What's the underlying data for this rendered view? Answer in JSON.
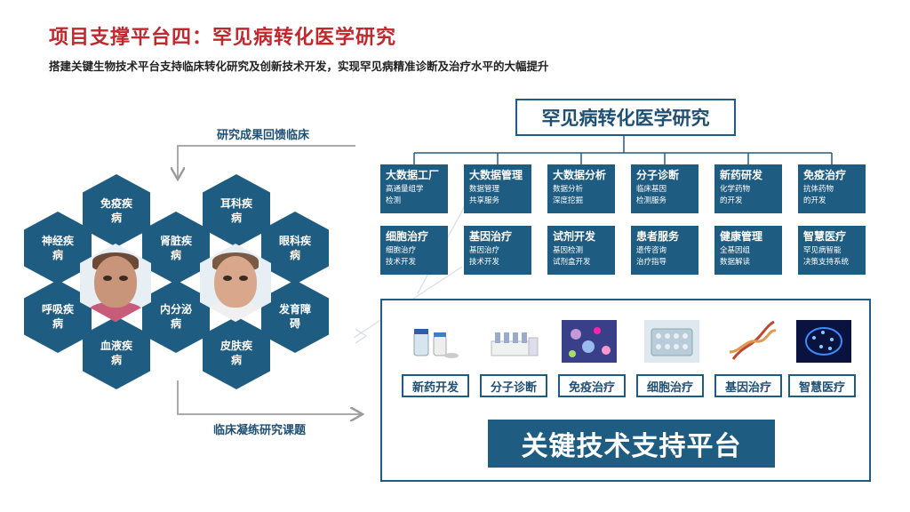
{
  "header": {
    "title": "项目支撑平台四：罕见病转化医学研究",
    "subtitle": "搭建关键生物技术平台支持临床转化研究及创新技术开发，实现罕见病精准诊断及治疗水平的大幅提升"
  },
  "flow": {
    "top_label": "研究成果回馈临床",
    "bottom_label": "临床凝练研究课题"
  },
  "diseases": [
    "免疫疾病",
    "耳科疾病",
    "神经疾病",
    "肾脏疾病",
    "眼科疾病",
    "呼吸疾病",
    "内分泌病",
    "发育障碍",
    "血液疾病",
    "皮肤疾病"
  ],
  "research": {
    "title": "罕见病转化医学研究",
    "row1": [
      {
        "title": "大数据工厂",
        "sub": "高通量组学\n检测"
      },
      {
        "title": "大数据管理",
        "sub": "数据管理\n共享服务"
      },
      {
        "title": "大数据分析",
        "sub": "数据分析\n深度挖掘"
      },
      {
        "title": "分子诊断",
        "sub": "临床基因\n检测服务"
      },
      {
        "title": "新药研发",
        "sub": "化学药物\n的开发"
      },
      {
        "title": "免疫治疗",
        "sub": "抗体药物\n的开发"
      }
    ],
    "row2": [
      {
        "title": "细胞治疗",
        "sub": "细胞治疗\n技术开发"
      },
      {
        "title": "基因治疗",
        "sub": "基因治疗\n技术开发"
      },
      {
        "title": "试剂开发",
        "sub": "基因检测\n试剂盒开发"
      },
      {
        "title": "患者服务",
        "sub": "遗传咨询\n治疗指导"
      },
      {
        "title": "健康管理",
        "sub": "全基因组\n数据解读"
      },
      {
        "title": "智慧医疗",
        "sub": "罕见病智能\n决策支持系统"
      }
    ]
  },
  "platform": {
    "techs": [
      "新药开发",
      "分子诊断",
      "免疫治疗",
      "细胞治疗",
      "基因治疗",
      "智慧医疗"
    ],
    "title": "关键技术支持平台"
  },
  "colors": {
    "primary": "#1f5c82",
    "title_red": "#c0282d"
  }
}
